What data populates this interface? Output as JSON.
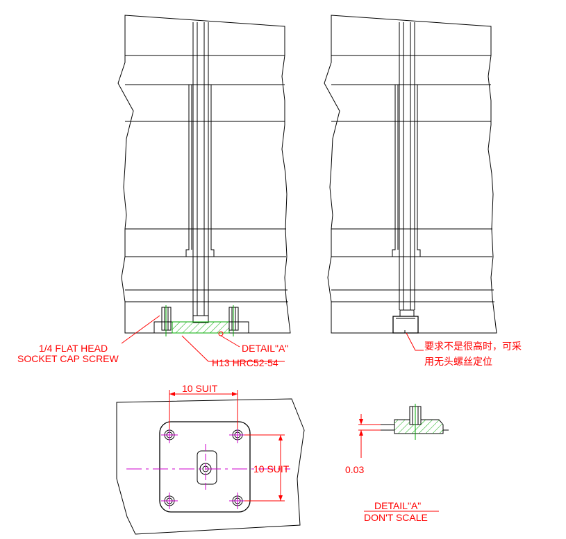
{
  "labels": {
    "screw_line1": "1/4 FLAT HEAD",
    "screw_line2": "SOCKET CAP SCREW",
    "detail_ref": "DETAIL\"A\"",
    "material": "H13 HRC52-54",
    "note_line1": "要求不是很高时，可采",
    "note_line2": "用无头螺丝定位",
    "dim_top": "10 SUIT",
    "dim_right": "10 SUIT",
    "dim_gap": "0.03",
    "detail_title": "DETAIL\"A\"",
    "detail_scale": "DON'T SCALE"
  },
  "colors": {
    "outline": "#000000",
    "dimension": "#ff0000",
    "centerline": "#cc00cc",
    "hatch": "#00aa00"
  }
}
